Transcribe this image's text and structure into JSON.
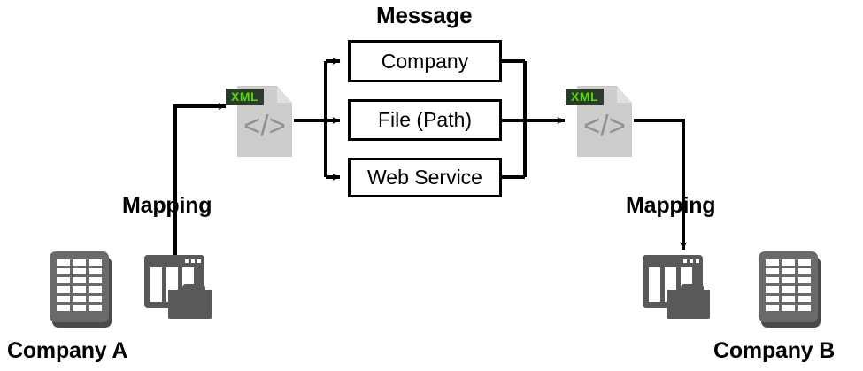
{
  "diagram": {
    "title": "Message",
    "message_options": [
      {
        "id": "company",
        "label": "Company"
      },
      {
        "id": "file-path",
        "label": "File (Path)"
      },
      {
        "id": "web-service",
        "label": "Web Service"
      }
    ],
    "left": {
      "company_label": "Company A",
      "mapping_label": "Mapping",
      "xml_badge": "XML",
      "xml_code": "</>"
    },
    "right": {
      "company_label": "Company B",
      "mapping_label": "Mapping",
      "xml_badge": "XML",
      "xml_code": "</>"
    },
    "colors": {
      "background": "#ffffff",
      "stroke": "#000000",
      "icon_gray": "#595959",
      "building_gray": "#6a6a6a",
      "paper_gray": "#cccccc",
      "code_gray": "#8f8f8f",
      "badge_bg": "#2b3b2b",
      "badge_text": "#4ddd00"
    }
  }
}
